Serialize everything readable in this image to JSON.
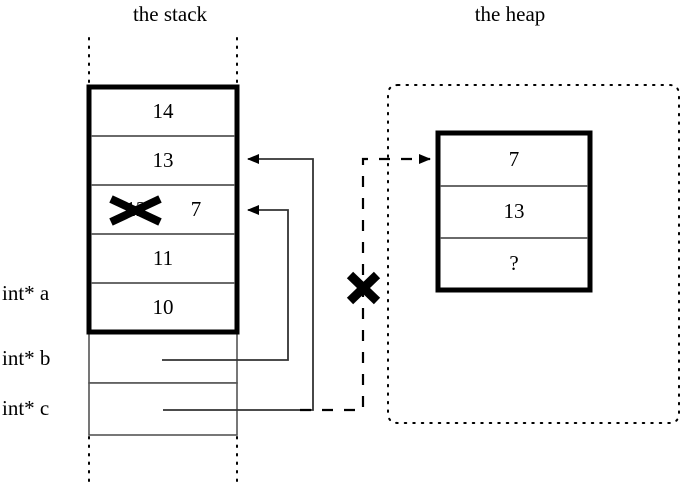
{
  "diagram": {
    "stack_title": "the stack",
    "heap_title": "the heap"
  },
  "stack": {
    "array_cells": [
      {
        "value": "14"
      },
      {
        "value": "13"
      },
      {
        "value": "12",
        "struck": true,
        "new_value": "7"
      },
      {
        "value": "11"
      },
      {
        "value": "10"
      }
    ],
    "variables": [
      {
        "label": "int* a"
      },
      {
        "label": "int* b"
      },
      {
        "label": "int* c"
      }
    ]
  },
  "heap": {
    "cells": [
      {
        "value": "7"
      },
      {
        "value": "13"
      },
      {
        "value": "?"
      }
    ]
  },
  "marks": {
    "struck_value_mark": "x-cross",
    "dangling_pointer_mark": "x-cross"
  },
  "colors": {
    "ink": "#000000",
    "thin_line": "#555555",
    "background": "#ffffff"
  }
}
